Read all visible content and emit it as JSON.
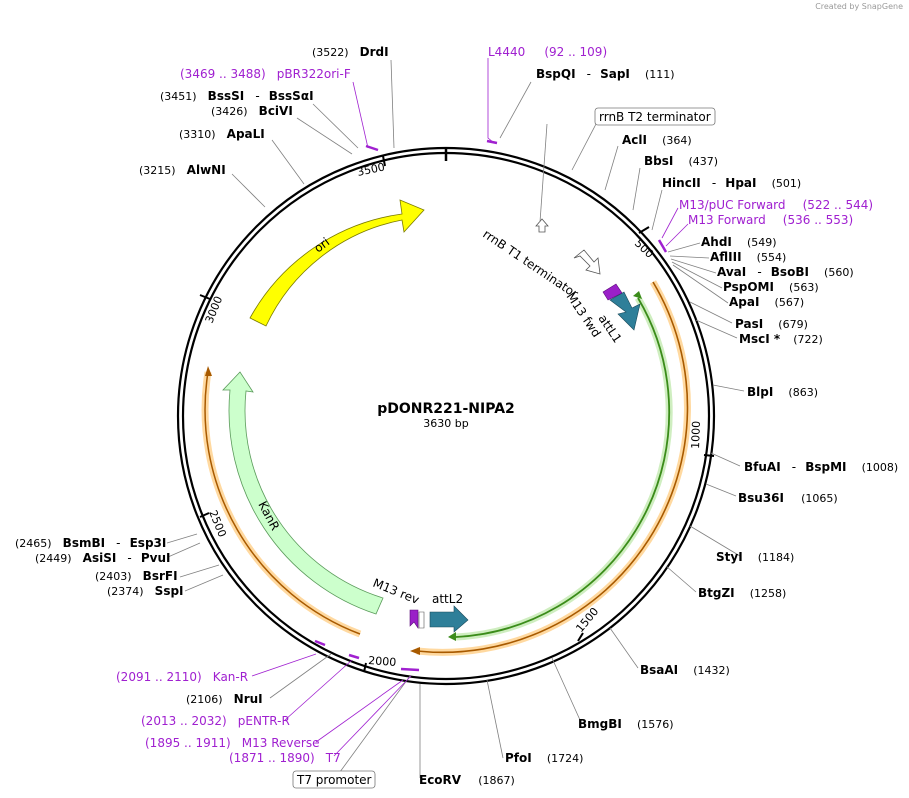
{
  "credit": "Created by SnapGene",
  "plasmid": {
    "name": "pDONR221-NIPA2",
    "size_label": "3630 bp",
    "length": 3630
  },
  "ticks": [
    "500",
    "1000",
    "1500",
    "2000",
    "2500",
    "3000",
    "3500"
  ],
  "features": {
    "ori": "ori",
    "kanr": "KanR",
    "attl1": "attL1",
    "attl2": "attL2",
    "m13fwd": "M13 fwd",
    "m13rev": "M13 rev",
    "rrnb_t1": "rrnB T1 terminator"
  },
  "boxed_labels": {
    "rrnb_t2": "rrnB T2 terminator",
    "t7_promoter": "T7 promoter"
  },
  "sites": {
    "drdi": {
      "name": "DrdI",
      "pos": "(3522)"
    },
    "bspqi": {
      "name": "BspQI",
      "sep": "-",
      "name2": "SapI",
      "pos": "(111)"
    },
    "bsssi": {
      "name": "BssSI",
      "sep": "-",
      "name2": "BssSαI",
      "pos": "(3451)"
    },
    "bcivi": {
      "name": "BciVI",
      "pos": "(3426)"
    },
    "apali": {
      "name": "ApaLI",
      "pos": "(3310)"
    },
    "alwni": {
      "name": "AlwNI",
      "pos": "(3215)"
    },
    "acli": {
      "name": "AclI",
      "pos": "(364)"
    },
    "bbsi": {
      "name": "BbsI",
      "pos": "(437)"
    },
    "hincii": {
      "name": "HincII",
      "sep": "-",
      "name2": "HpaI",
      "pos": "(501)"
    },
    "ahdi": {
      "name": "AhdI",
      "pos": "(549)"
    },
    "afliii": {
      "name": "AflIII",
      "pos": "(554)"
    },
    "avai": {
      "name": "AvaI",
      "sep": "-",
      "name2": "BsoBI",
      "pos": "(560)"
    },
    "pspomi": {
      "name": "PspOMI",
      "pos": "(563)"
    },
    "apai": {
      "name": "ApaI",
      "pos": "(567)"
    },
    "pasi": {
      "name": "PasI",
      "pos": "(679)"
    },
    "msci": {
      "name": "MscI *",
      "pos": "(722)"
    },
    "blpi": {
      "name": "BlpI",
      "pos": "(863)"
    },
    "bfuai": {
      "name": "BfuAI",
      "sep": "-",
      "name2": "BspMI",
      "pos": "(1008)"
    },
    "bsu36i": {
      "name": "Bsu36I",
      "pos": "(1065)"
    },
    "styi": {
      "name": "StyI",
      "pos": "(1184)"
    },
    "btgzi": {
      "name": "BtgZI",
      "pos": "(1258)"
    },
    "bsaai": {
      "name": "BsaAI",
      "pos": "(1432)"
    },
    "bmgbi": {
      "name": "BmgBI",
      "pos": "(1576)"
    },
    "pfoi": {
      "name": "PfoI",
      "pos": "(1724)"
    },
    "ecorv": {
      "name": "EcoRV",
      "pos": "(1867)"
    },
    "nrui": {
      "name": "NruI",
      "pos": "(2106)"
    },
    "bsmbi": {
      "name": "BsmBI",
      "sep": "-",
      "name2": "Esp3I",
      "pos": "(2465)"
    },
    "asisi": {
      "name": "AsiSI",
      "sep": "-",
      "name2": "PvuI",
      "pos": "(2449)"
    },
    "bsrfi": {
      "name": "BsrFI",
      "pos": "(2403)"
    },
    "sspi": {
      "name": "SspI",
      "pos": "(2374)"
    }
  },
  "primers": {
    "l4440": {
      "name": "L4440",
      "range": "(92 .. 109)"
    },
    "pbr322": {
      "range": "(3469 .. 3488)",
      "name": "pBR322ori-F"
    },
    "m13puc": {
      "name": "M13/pUC Forward",
      "range": "(522 .. 544)"
    },
    "m13fwd": {
      "name": "M13 Forward",
      "range": "(536 .. 553)"
    },
    "kanr": {
      "range": "(2091 .. 2110)",
      "name": "Kan-R"
    },
    "pentr": {
      "range": "(2013 .. 2032)",
      "name": "pENTR-R"
    },
    "m13rev": {
      "range": "(1895 .. 1911)",
      "name": "M13 Reverse"
    },
    "t7": {
      "range": "(1871 .. 1890)",
      "name": "T7"
    }
  },
  "colors": {
    "ori": "#ffff00",
    "kanr": "#ccffcc",
    "att": "#2e7f99",
    "primer": "#a020d0",
    "insert_green": "#3b8c1a",
    "orf_orange": "#e08a00",
    "halo": "#ffd9a0",
    "backbone": "#000000"
  }
}
